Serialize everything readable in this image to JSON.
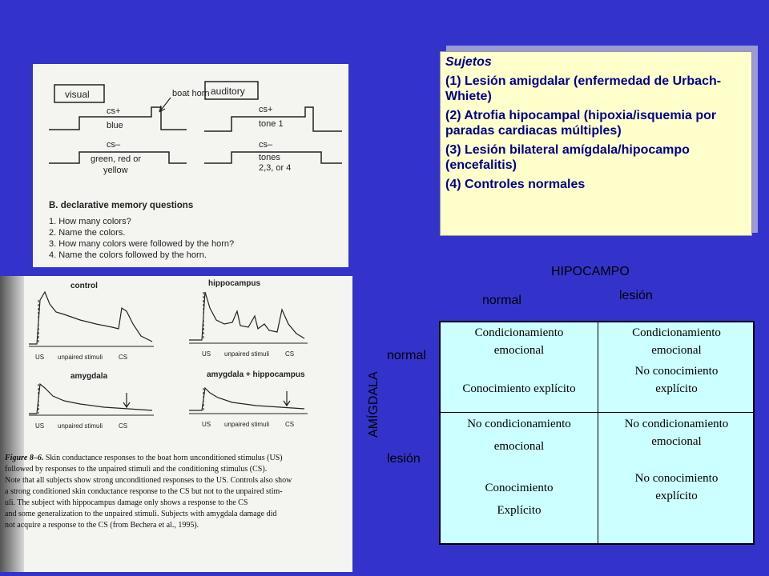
{
  "figure_a": {
    "visual_box": "visual",
    "auditory_box": "auditory",
    "boat_horn": "boat horn",
    "cs_plus_left": "cs+",
    "blue": "blue",
    "cs_plus_right": "cs+",
    "tone1": "tone 1",
    "cs_minus_left": "cs–",
    "green_red": "green, red or",
    "yellow": "yellow",
    "cs_minus_right": "cs–",
    "tones": "tones",
    "tones_nums": "2,3, or 4",
    "questions_title": "B. declarative memory questions",
    "questions": [
      "1. How many colors?",
      "2. Name the colors.",
      "3. How many colors were followed by the horn?",
      "4. Name the colors followed by the horn."
    ]
  },
  "figure_b": {
    "panel_titles": [
      "control",
      "hippocampus",
      "amygdala",
      "amygdala + hippocampus"
    ],
    "axis_us": "US",
    "axis_unpaired": "unpaired stimuli",
    "axis_cs": "CS",
    "caption_label": "Figure 8–6.",
    "caption_lines": [
      "Skin conductance responses to the boat horn unconditioned stimulus (US)",
      "followed by responses to the unpaired stimuli and the conditioning stimulus (CS).",
      "Note that all subjects show strong unconditioned responses to the US. Controls also show",
      "a strong conditioned skin conductance response to the CS but not to the unpaired stim-",
      "uli. The subject with hippocampus damage only shows a response to the CS",
      "and some generalization to the unpaired stimuli. Subjects with amygdala damage did",
      "not acquire a response to the CS (from Bechera et al., 1995)."
    ]
  },
  "sujetos": {
    "title": "Sujetos",
    "items": [
      "(1) Lesión amigdalar (enfermedad de Urbach-Whiete)",
      "(2) Atrofia hipocampal (hipoxia/isquemia por paradas cardiacas múltiples)",
      "(3) Lesión bilateral amígdala/hipocampo (encefalitis)",
      "(4) Controles normales"
    ]
  },
  "table": {
    "hipocampo": "HIPOCAMPO",
    "amigdala": "AMÍGDALA",
    "col_normal": "normal",
    "col_lesion": "lesión",
    "row_normal": "normal",
    "row_lesion": "lesión",
    "cells": {
      "normal_normal": {
        "a": "Condicionamiento",
        "b": "emocional",
        "c": "Conocimiento explícito"
      },
      "normal_lesion": {
        "a": "Condicionamiento",
        "b": "emocional",
        "c": "No conocimiento",
        "d": "explícito"
      },
      "lesion_normal": {
        "a": "No condicionamiento",
        "b": "emocional",
        "c": "Conocimiento",
        "d": "Explícito"
      },
      "lesion_lesion": {
        "a": "No condicionamiento",
        "b": "emocional",
        "c": "No conocimiento",
        "d": "explícito"
      }
    }
  }
}
